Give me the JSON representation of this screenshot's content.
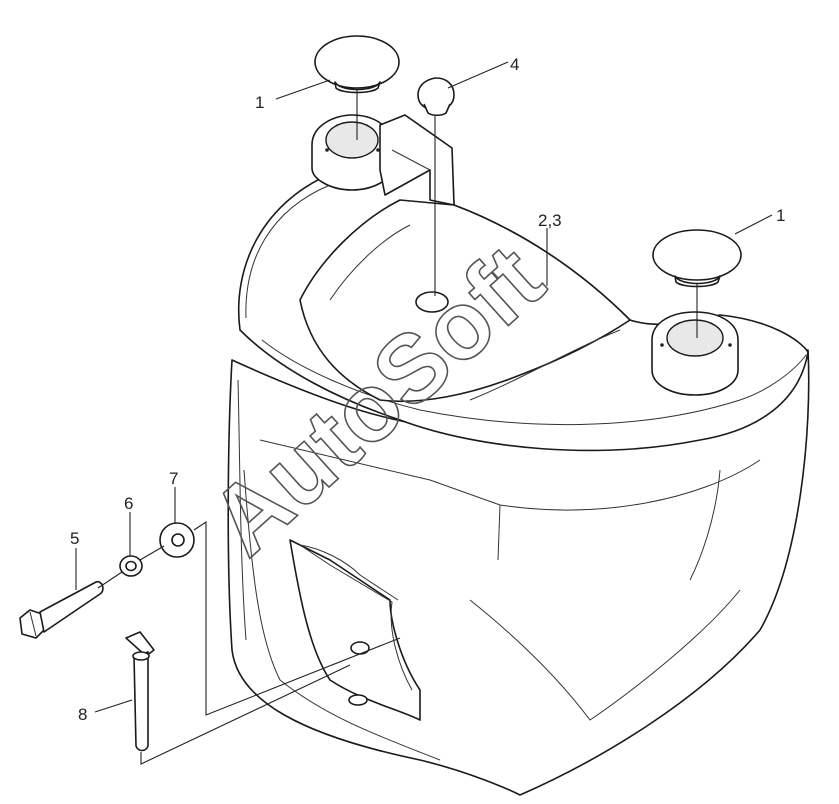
{
  "labels": {
    "cap_left": "1",
    "cap_right": "1",
    "plug_small": "4",
    "cover_body": "2,3",
    "bolt": "5",
    "lock_washer": "6",
    "washer": "7",
    "pin": "8"
  },
  "watermark": "AutoSoft"
}
